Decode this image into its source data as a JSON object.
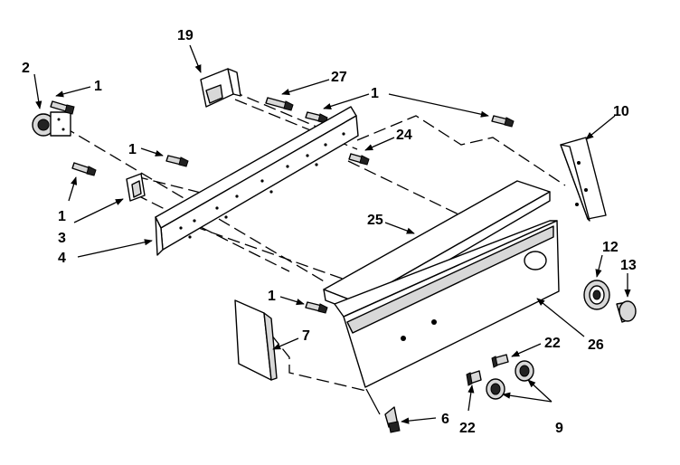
{
  "callouts": {
    "c1a": "1",
    "c1b": "1",
    "c1c": "1",
    "c1d": "1",
    "c1e": "1",
    "c2": "2",
    "c3": "3",
    "c4": "4",
    "c6": "6",
    "c7": "7",
    "c9": "9",
    "c10": "10",
    "c12": "12",
    "c13": "13",
    "c19": "19",
    "c22a": "22",
    "c22b": "22",
    "c24": "24",
    "c25": "25",
    "c26": "26",
    "c27": "27"
  }
}
